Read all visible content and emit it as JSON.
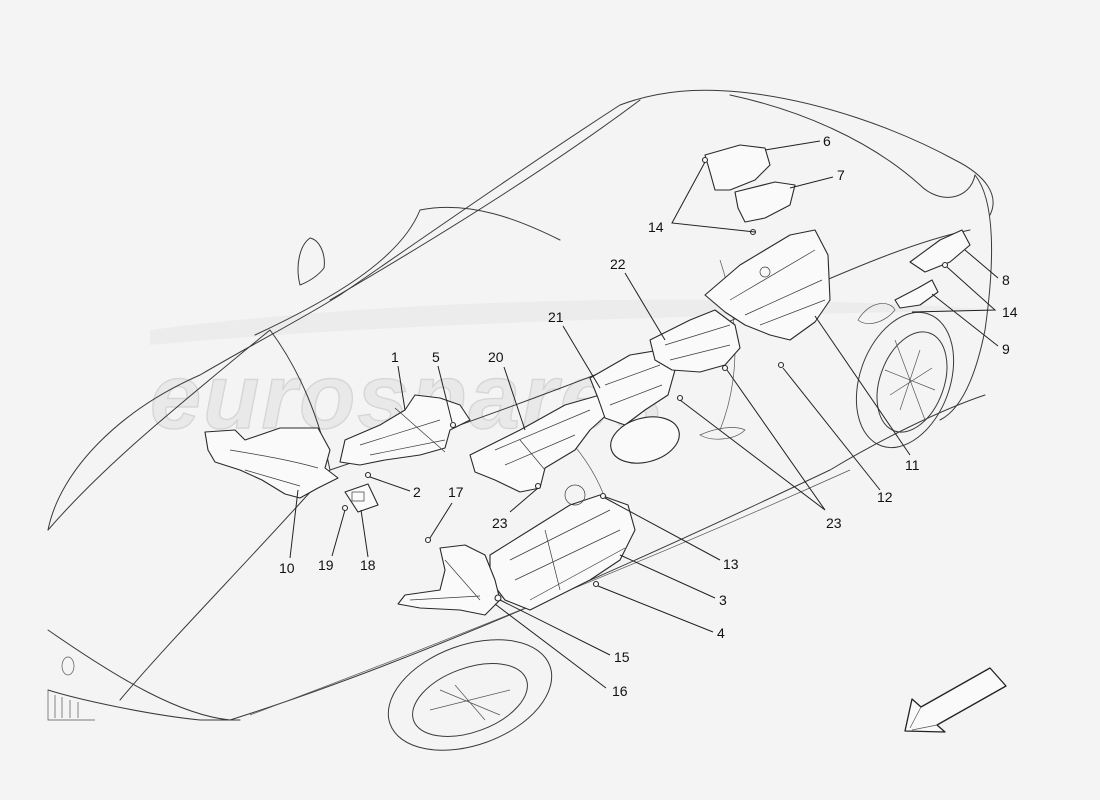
{
  "watermark": "eurospares",
  "callouts": [
    {
      "id": "1",
      "label": "1"
    },
    {
      "id": "2",
      "label": "2"
    },
    {
      "id": "3",
      "label": "3"
    },
    {
      "id": "4",
      "label": "4"
    },
    {
      "id": "5",
      "label": "5"
    },
    {
      "id": "6",
      "label": "6"
    },
    {
      "id": "7",
      "label": "7"
    },
    {
      "id": "8",
      "label": "8"
    },
    {
      "id": "9",
      "label": "9"
    },
    {
      "id": "10",
      "label": "10"
    },
    {
      "id": "11",
      "label": "11"
    },
    {
      "id": "12",
      "label": "12"
    },
    {
      "id": "13",
      "label": "13"
    },
    {
      "id": "14a",
      "label": "14"
    },
    {
      "id": "14b",
      "label": "14"
    },
    {
      "id": "15",
      "label": "15"
    },
    {
      "id": "16",
      "label": "16"
    },
    {
      "id": "17",
      "label": "17"
    },
    {
      "id": "18",
      "label": "18"
    },
    {
      "id": "19",
      "label": "19"
    },
    {
      "id": "20",
      "label": "20"
    },
    {
      "id": "21",
      "label": "21"
    },
    {
      "id": "22",
      "label": "22"
    },
    {
      "id": "23a",
      "label": "23"
    },
    {
      "id": "23b",
      "label": "23"
    }
  ]
}
